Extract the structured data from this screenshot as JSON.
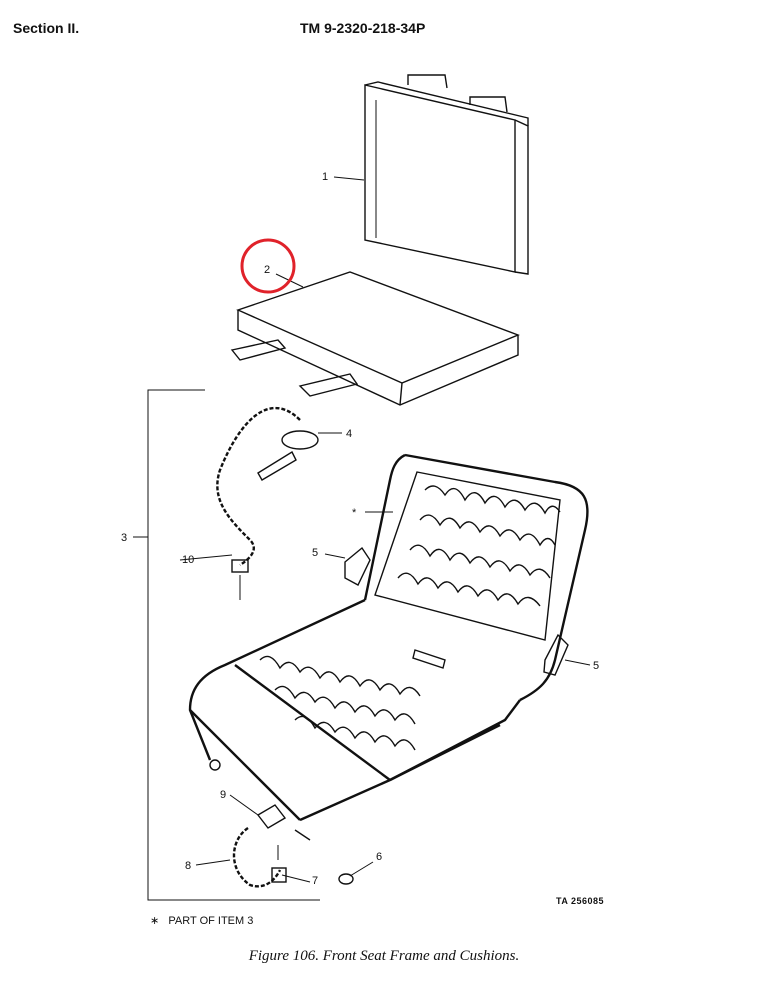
{
  "header": {
    "section": "Section II.",
    "manual_number": "TM 9-2320-218-34P"
  },
  "figure": {
    "caption": "Figure 106. Front Seat Frame and Cushions.",
    "footnote_marker": "∗",
    "footnote_text": "PART OF ITEM 3",
    "ta_number": "TA 256085",
    "callouts": [
      "1",
      "2",
      "3",
      "4",
      "5",
      "5",
      "6",
      "7",
      "8",
      "9",
      "10",
      "*"
    ],
    "highlight_color": "#e0222a"
  }
}
